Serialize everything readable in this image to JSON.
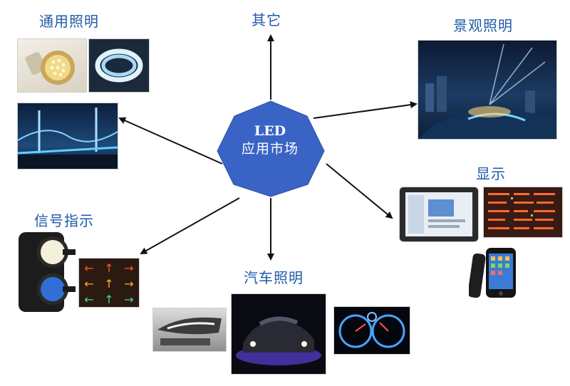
{
  "hub": {
    "title": "LED",
    "subtitle": "应用市场",
    "color": "#3a63c6"
  },
  "categories": {
    "general": "通用照明",
    "other": "其它",
    "landscape": "景观照明",
    "display": "显示",
    "signal": "信号指示",
    "auto": "汽车照明"
  },
  "colors": {
    "label": "#1f5aa8",
    "arrow": "#111111"
  }
}
